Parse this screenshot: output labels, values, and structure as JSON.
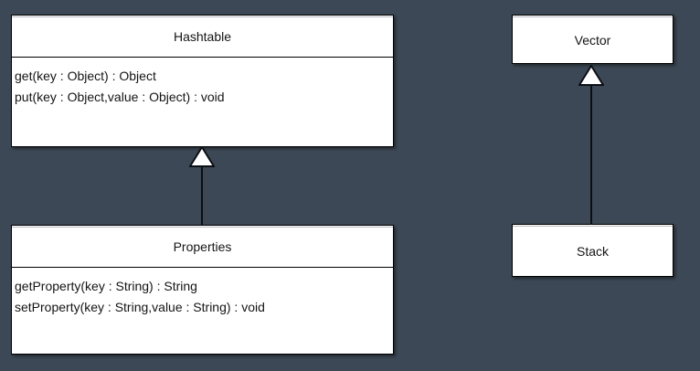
{
  "diagram": {
    "type": "uml-class-diagram",
    "background_color": "#3c4855",
    "box_fill_color": "#ffffff",
    "box_border_color": "#000000",
    "text_color": "#141414",
    "classes": [
      {
        "id": "hashtable",
        "name": "Hashtable",
        "members": [
          "get(key : Object) : Object",
          "put(key : Object,value : Object) : void"
        ]
      },
      {
        "id": "properties",
        "name": "Properties",
        "members": [
          "getProperty(key : String) : String",
          "setProperty(key : String,value : String) : void"
        ]
      },
      {
        "id": "vector",
        "name": "Vector",
        "members": []
      },
      {
        "id": "stack",
        "name": "Stack",
        "members": []
      }
    ],
    "relationships": [
      {
        "id": "properties-extends-hashtable",
        "kind": "generalization",
        "from": "Properties",
        "to": "Hashtable"
      },
      {
        "id": "stack-extends-vector",
        "kind": "generalization",
        "from": "Stack",
        "to": "Vector"
      }
    ]
  }
}
